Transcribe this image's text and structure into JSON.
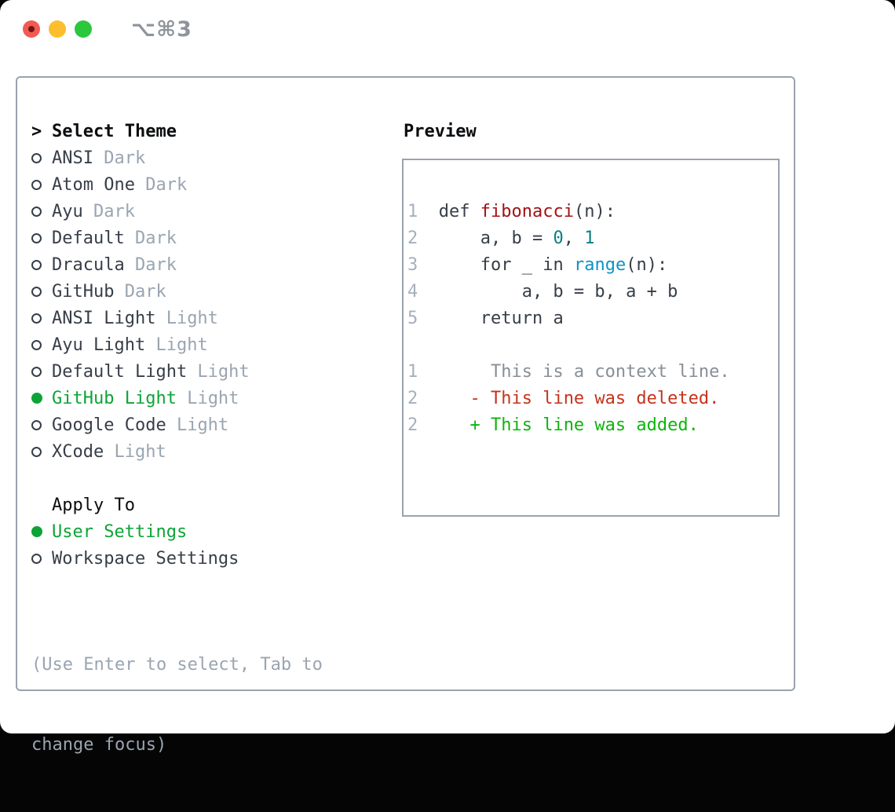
{
  "titlebar": {
    "shortcut": "⌥⌘3",
    "buttons": [
      "close",
      "minimize",
      "zoom"
    ]
  },
  "colors": {
    "ink": "#0b0d0f",
    "item_text": "#373e48",
    "muted": "#9aa5b1",
    "line_number": "#a6b0bc",
    "context": "#878f96",
    "selection_green": "#0da437",
    "added_green": "#0db40d",
    "deleted_red": "#c5331c",
    "function_red": "#a21313",
    "number_teal": "#0b7f80",
    "builtin_blue": "#0d93c6",
    "panel_border": "#99a3ae",
    "window_bg": "#ffffff",
    "titlebar_red": "#f25a52",
    "titlebar_red_dot": "#73150f",
    "titlebar_yellow": "#fcbe2c",
    "titlebar_green": "#2cc73d",
    "shortcut_gray": "#8e949b"
  },
  "theme_picker": {
    "prompt": ">",
    "title": "Select Theme",
    "themes": [
      {
        "name": "ANSI",
        "variant": "Dark",
        "selected": false
      },
      {
        "name": "Atom One",
        "variant": "Dark",
        "selected": false
      },
      {
        "name": "Ayu",
        "variant": "Dark",
        "selected": false
      },
      {
        "name": "Default",
        "variant": "Dark",
        "selected": false
      },
      {
        "name": "Dracula",
        "variant": "Dark",
        "selected": false
      },
      {
        "name": "GitHub",
        "variant": "Dark",
        "selected": false
      },
      {
        "name": "ANSI Light",
        "variant": "Light",
        "selected": false
      },
      {
        "name": "Ayu Light",
        "variant": "Light",
        "selected": false
      },
      {
        "name": "Default Light",
        "variant": "Light",
        "selected": false
      },
      {
        "name": "GitHub Light",
        "variant": "Light",
        "selected": true
      },
      {
        "name": "Google Code",
        "variant": "Light",
        "selected": false
      },
      {
        "name": "XCode",
        "variant": "Light",
        "selected": false
      }
    ]
  },
  "apply_to": {
    "title": "Apply To",
    "options": [
      {
        "name": "User Settings",
        "selected": true
      },
      {
        "name": "Workspace Settings",
        "selected": false
      }
    ]
  },
  "hint": {
    "line1": "(Use Enter to select, Tab to",
    "line2": "change focus)"
  },
  "preview": {
    "title": "Preview",
    "lines": [
      [
        [
          "1",
          "ln"
        ],
        [
          "  ",
          "pl"
        ],
        [
          "def",
          "kw"
        ],
        [
          " ",
          "pl"
        ],
        [
          "fibonacci",
          "ti"
        ],
        [
          "(n):",
          "pl"
        ]
      ],
      [
        [
          "2",
          "ln"
        ],
        [
          "      a, b = ",
          "pl"
        ],
        [
          "0",
          "nu"
        ],
        [
          ", ",
          "pl"
        ],
        [
          "1",
          "nu"
        ]
      ],
      [
        [
          "3",
          "ln"
        ],
        [
          "      ",
          "pl"
        ],
        [
          "for",
          "kw"
        ],
        [
          " _ ",
          "pl"
        ],
        [
          "in",
          "kw"
        ],
        [
          " ",
          "pl"
        ],
        [
          "range",
          "bi"
        ],
        [
          "(n):",
          "pl"
        ]
      ],
      [
        [
          "4",
          "ln"
        ],
        [
          "          a, b = b, a + b",
          "pl"
        ]
      ],
      [
        [
          "5",
          "ln"
        ],
        [
          "      ",
          "pl"
        ],
        [
          "return",
          "kw"
        ],
        [
          " a",
          "pl"
        ]
      ],
      [],
      [
        [
          "1",
          "ln"
        ],
        [
          "       ",
          "pl"
        ],
        [
          "This is a context line.",
          "ctx"
        ]
      ],
      [
        [
          "2",
          "ln"
        ],
        [
          "     ",
          "pl"
        ],
        [
          "- This line was deleted.",
          "del"
        ]
      ],
      [
        [
          "2",
          "ln"
        ],
        [
          "     ",
          "pl"
        ],
        [
          "+ This line was added.",
          "add"
        ]
      ]
    ]
  }
}
